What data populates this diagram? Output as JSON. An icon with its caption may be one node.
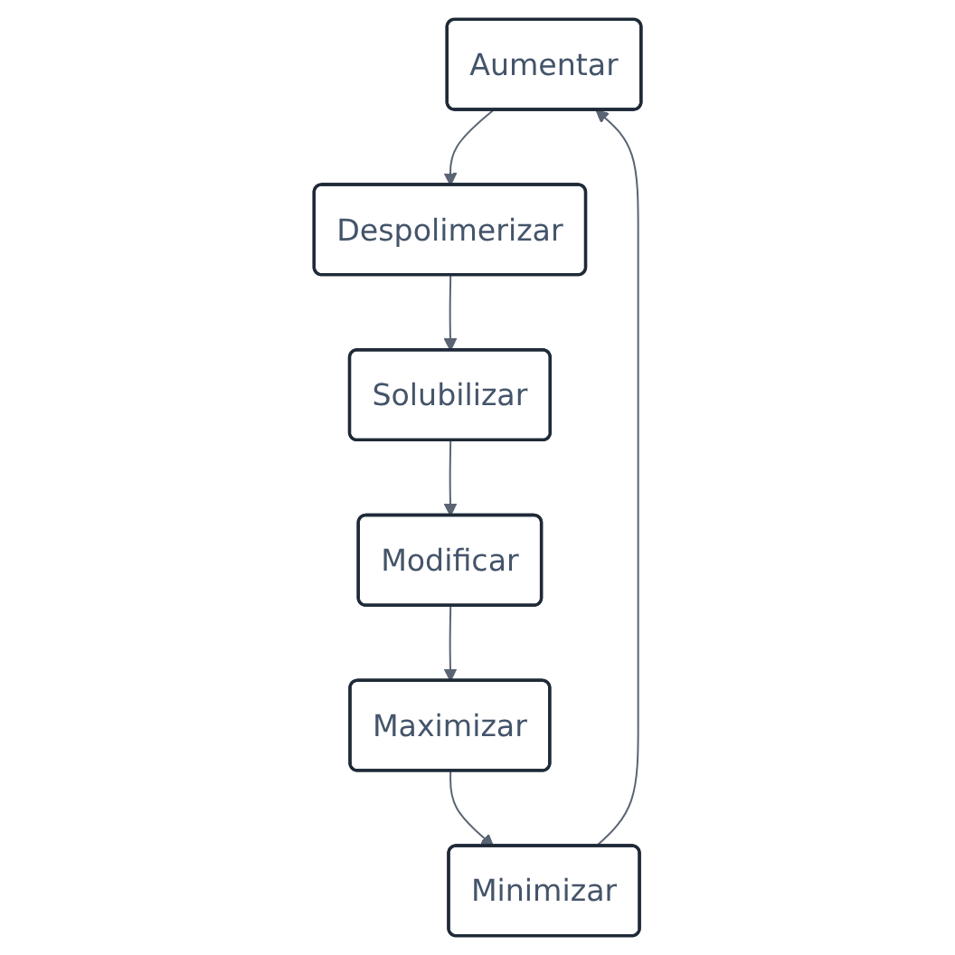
{
  "diagram": {
    "nodes": [
      {
        "text": [
          "Aumentar"
        ]
      },
      {
        "text": [
          "Despolimerizar"
        ]
      },
      {
        "text": [
          "Solubilizar"
        ]
      },
      {
        "text": [
          "Modificar"
        ]
      },
      {
        "text": [
          "Maximizar"
        ]
      },
      {
        "text": [
          "Minimizar"
        ]
      }
    ],
    "edges": [
      {
        "from": 0,
        "to": 1,
        "arrow": "to"
      },
      {
        "from": 1,
        "to": 2,
        "arrow": "to"
      },
      {
        "from": 2,
        "to": 3,
        "arrow": "to"
      },
      {
        "from": 3,
        "to": 4,
        "arrow": "to"
      },
      {
        "from": 4,
        "to": 5,
        "arrow": "to"
      },
      {
        "from": 5,
        "to": 0,
        "arrow": "to"
      }
    ]
  }
}
